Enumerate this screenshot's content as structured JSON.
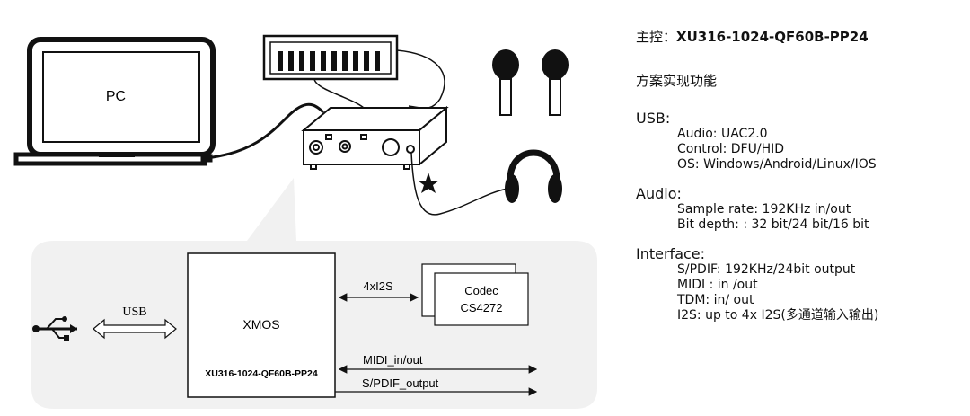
{
  "devices": {
    "pc_label": "PC"
  },
  "block": {
    "usb_label": "USB",
    "xmos_label": "XMOS",
    "chip_label": "XU316-1024-QF60B-PP24",
    "i2s_label": "4xI2S",
    "codec_label_1": "Codec",
    "codec_label_2": "CS4272",
    "midi_label": "MIDI_in/out",
    "spdif_label": "S/PDIF_output"
  },
  "spec": {
    "master_prefix": "主控：",
    "master_chip": "XU316-1024-QF60B-PP24",
    "features_title": "方案实现功能",
    "sections": [
      {
        "title": "USB:",
        "lines": [
          "Audio: UAC2.0",
          "Control:  DFU/HID",
          "OS: Windows/Android/Linux/IOS"
        ]
      },
      {
        "title": "Audio:",
        "lines": [
          "Sample rate: 192KHz in/out",
          "Bit depth: : 32 bit/24 bit/16 bit"
        ]
      },
      {
        "title": "Interface:",
        "lines": [
          "S/PDIF: 192KHz/24bit  output",
          "MIDI :  in /out",
          "TDM: in/ out",
          "I2S:  up to 4x I2S(多通道输入输出)"
        ]
      }
    ]
  }
}
